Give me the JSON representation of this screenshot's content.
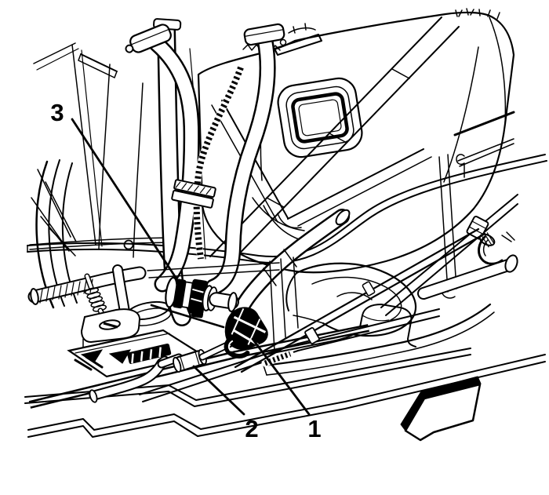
{
  "illustration": {
    "callouts": [
      {
        "label": "1"
      },
      {
        "label": "2"
      },
      {
        "label": "3"
      }
    ],
    "arrow": {
      "name": "direction-arrow",
      "direction": "down-left"
    },
    "colors": {
      "line": "#000000",
      "background": "#ffffff"
    }
  }
}
